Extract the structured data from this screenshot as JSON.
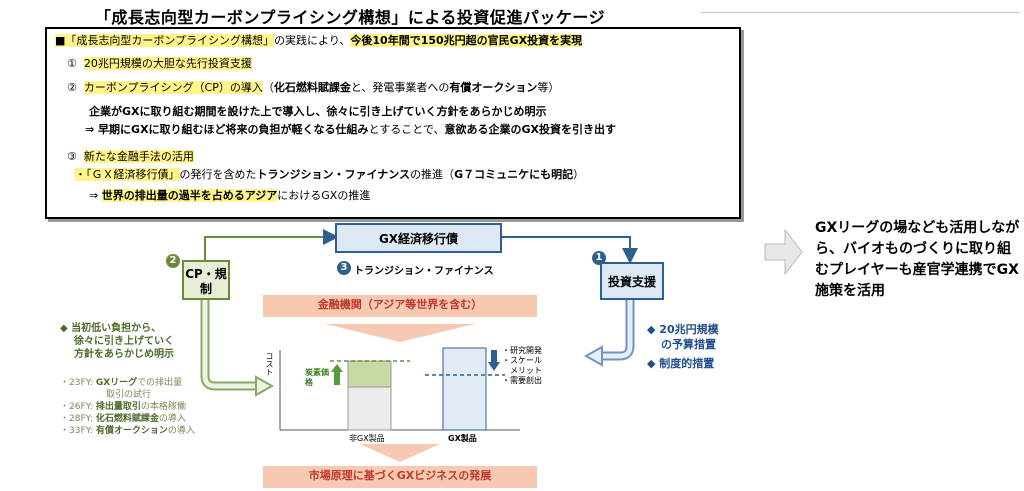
{
  "title": "「成長志向型カーボンプライシング構想」による投資促進パッケージ",
  "main": {
    "line1_a": "■「成長志向型カーボンプライシング構想」",
    "line1_b": "の実践により、",
    "line1_c": "今後10年間で150兆円超の官民GX投資を実現",
    "item1_num": "①",
    "item1": "20兆円規模の大胆な先行投資支援",
    "item2_num": "②",
    "item2_a": "カーボンプライシング（CP）の導入",
    "item2_b": "（",
    "item2_c": "化石燃料賦課金",
    "item2_d": "と、発電事業者への",
    "item2_e": "有償オークション",
    "item2_f": "等）",
    "item2_sub1": "企業がGXに取り組む期間を設けた上で導入し、徐々に引き上げていく方針をあらかじめ明示",
    "item2_sub2_a": "⇒  早期にGXに取り組むほど将来の負担が軽くなる仕組み",
    "item2_sub2_b": "とすることで、",
    "item2_sub2_c": "意欲ある企業のGX投資を引き出す",
    "item3_num": "③",
    "item3": "新たな金融手法の活用",
    "item3_sub1_a": "・「ＧＸ経済移行債」",
    "item3_sub1_b": "の発行を含めた",
    "item3_sub1_c": "トランジション・ファイナンス",
    "item3_sub1_d": "の推進（",
    "item3_sub1_e": "G７コミュニケにも明記",
    "item3_sub1_f": "）",
    "item3_sub2_a": "⇒  ",
    "item3_sub2_b": "世界の排出量の過半を占めるアジア",
    "item3_sub2_c": "におけるGXの推進"
  },
  "diagram": {
    "gx_bond": "GX経済移行債",
    "transition_num": "3",
    "transition": "トランジション・ファイナンス",
    "cp_num": "2",
    "cp_label": "CP・規制",
    "invest_num": "1",
    "invest_label": "投資支援",
    "finance": "金融機関（アジア等世界を含む）",
    "market": "市場原理に基づくGXビジネスの発展",
    "cost_axis": "コスト",
    "carbon_price": "炭素価格",
    "non_gx": "非GX製品",
    "gx_product": "GX製品",
    "reductions": [
      "・研究開発",
      "・スケール",
      "　メリット",
      "・需要創出"
    ],
    "left_head": [
      "◆ 当初低い負担から、",
      "徐々に引き上げていく",
      "方針をあらかじめ明示"
    ],
    "left_items": [
      {
        "a": "・23FY: ",
        "b": "GXリーグ",
        "c": "での排出量"
      },
      {
        "a": "",
        "b": "",
        "c": "取引の試行"
      },
      {
        "a": "・26FY: ",
        "b": "排出量取引",
        "c": "の本格稼働"
      },
      {
        "a": "・28FY: ",
        "b": "化石燃料賦課金",
        "c": "の導入"
      },
      {
        "a": "・33FY: ",
        "b": "有償オークション",
        "c": "の導入"
      }
    ],
    "right_items": [
      "◆ 20兆円規模",
      "の予算措置",
      "◆ 制度的措置"
    ]
  },
  "side_text": "GXリーグの場なども活用しながら、バイオものづくりに取り組むプレイヤーも産官学連携でGX施策を活用",
  "colors": {
    "blue": "#2f5f8f",
    "green": "#6c8a3d",
    "peach": "#f7c9b3",
    "highlight": "#fff58a"
  }
}
